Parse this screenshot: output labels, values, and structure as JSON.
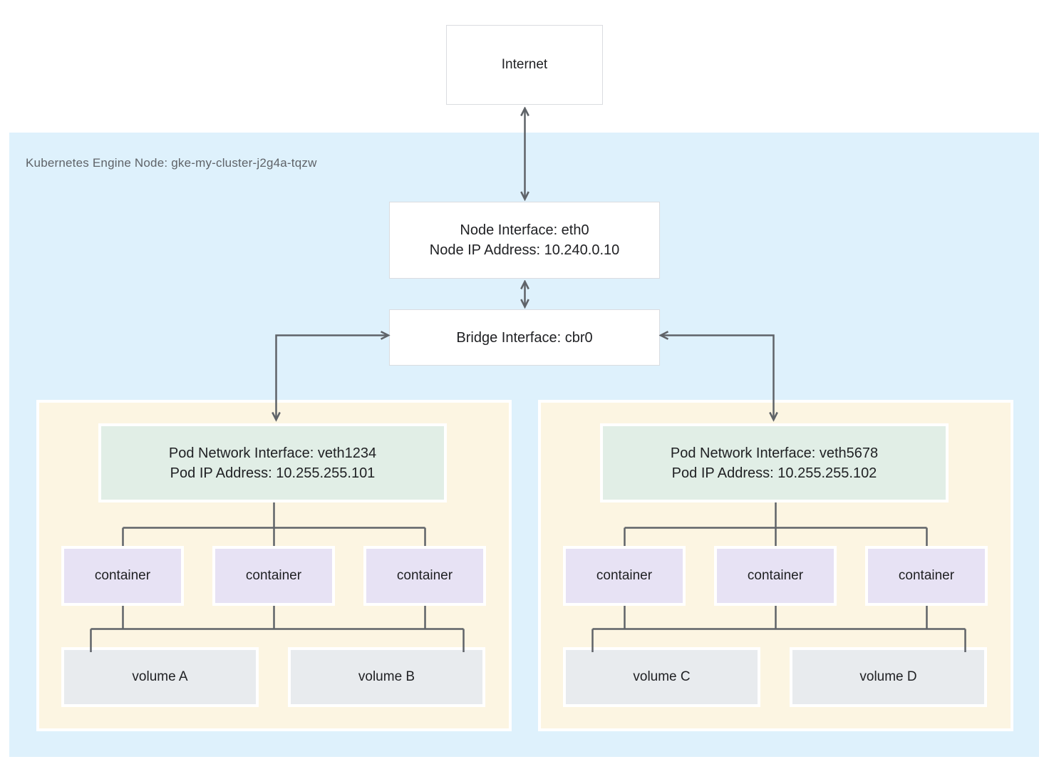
{
  "internet_box": {
    "label": "Internet"
  },
  "cluster": {
    "label": "Kubernetes Engine Node: gke-my-cluster-j2g4a-tqzw",
    "node_interface": {
      "line1": "Node Interface: eth0",
      "line2": "Node IP Address: 10.240.0.10"
    },
    "bridge_interface": {
      "label": "Bridge Interface: cbr0"
    },
    "pods": [
      {
        "network_interface": {
          "line1": "Pod Network Interface: veth1234",
          "line2": "Pod IP Address: 10.255.255.101"
        },
        "containers": [
          "container",
          "container",
          "container"
        ],
        "volumes": [
          "volume A",
          "volume B"
        ]
      },
      {
        "network_interface": {
          "line1": "Pod Network Interface: veth5678",
          "line2": "Pod IP Address: 10.255.255.102"
        },
        "containers": [
          "container",
          "container",
          "container"
        ],
        "volumes": [
          "volume C",
          "volume D"
        ]
      }
    ]
  },
  "colors": {
    "cluster_bg": "#def1fc",
    "pod_bg": "#fcf5e2",
    "pod_interface_bg": "#e1eee6",
    "container_bg": "#e7e2f4",
    "volume_bg": "#e8ebee",
    "connector": "#5f6368",
    "box_border": "#dadce0",
    "text_primary": "#202124",
    "text_secondary": "#5f6368"
  }
}
